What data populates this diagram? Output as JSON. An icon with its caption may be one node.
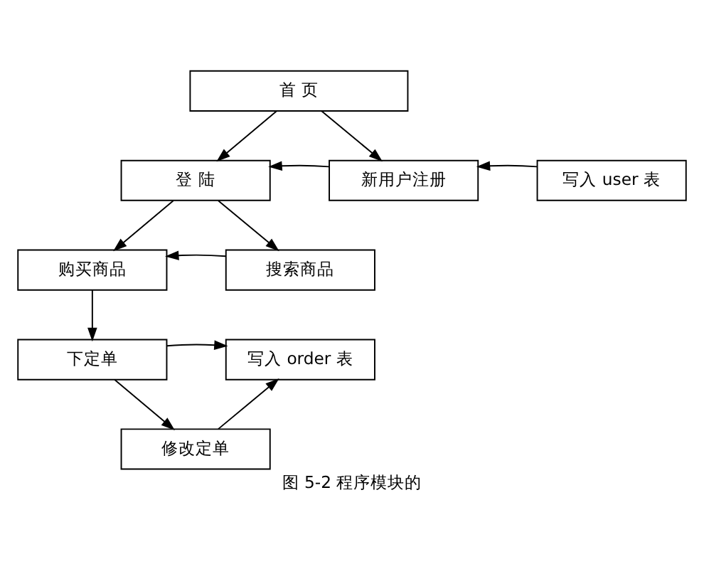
{
  "diagram": {
    "caption": "图 5-2 程序模块的",
    "nodes": [
      {
        "text": [
          "首 页"
        ]
      },
      {
        "text": [
          "登 陆"
        ]
      },
      {
        "text": [
          "新用户注册"
        ]
      },
      {
        "text": [
          "写入 user 表"
        ]
      },
      {
        "text": [
          "购买商品"
        ]
      },
      {
        "text": [
          "搜索商品"
        ]
      },
      {
        "text": [
          "下定单"
        ]
      },
      {
        "text": [
          "写入 order 表"
        ]
      },
      {
        "text": [
          "修改定单"
        ]
      }
    ],
    "edges": [
      {
        "from": 0,
        "to": 1,
        "arrow": "to"
      },
      {
        "from": 0,
        "to": 2,
        "arrow": "to"
      },
      {
        "from": 2,
        "to": 1,
        "arrow": "to"
      },
      {
        "from": 3,
        "to": 2,
        "arrow": "to"
      },
      {
        "from": 1,
        "to": 4,
        "arrow": "to"
      },
      {
        "from": 1,
        "to": 5,
        "arrow": "to"
      },
      {
        "from": 5,
        "to": 4,
        "arrow": "to"
      },
      {
        "from": 4,
        "to": 6,
        "arrow": "to"
      },
      {
        "from": 6,
        "to": 7,
        "arrow": "to"
      },
      {
        "from": 6,
        "to": 8,
        "arrow": "to"
      },
      {
        "from": 8,
        "to": 7,
        "arrow": "to"
      }
    ]
  }
}
